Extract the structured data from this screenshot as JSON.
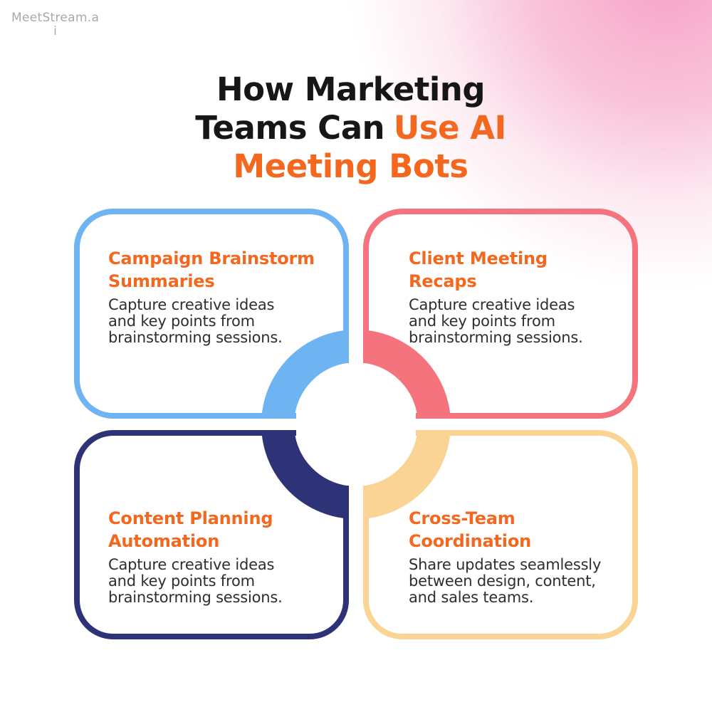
{
  "watermark": {
    "line1": "MeetStream.a",
    "line2": "i"
  },
  "title": {
    "line1": "How Marketing",
    "line2_black": "Teams Can",
    "line2_accent": "Use AI",
    "line3_accent": "Meeting Bots"
  },
  "cards": [
    {
      "id": "campaign-brainstorm-summaries",
      "title_lines": [
        "Campaign Brainstorm",
        "Summaries"
      ],
      "body_lines": [
        "Capture creative ideas",
        "and key points from",
        "brainstorming sessions."
      ],
      "accent_color": "#6fb4f2"
    },
    {
      "id": "client-meeting-recaps",
      "title_lines": [
        "Client Meeting",
        "Recaps"
      ],
      "body_lines": [
        "Capture creative ideas",
        "and key points from",
        "brainstorming sessions."
      ],
      "accent_color": "#f5737d"
    },
    {
      "id": "content-planning-automation",
      "title_lines": [
        "Content Planning",
        "Automation"
      ],
      "body_lines": [
        "Capture creative ideas",
        "and key points from",
        "brainstorming sessions."
      ],
      "accent_color": "#2e3277"
    },
    {
      "id": "cross-team-coordination",
      "title_lines": [
        "Cross-Team",
        "Coordination"
      ],
      "body_lines": [
        "Share updates seamlessly",
        "between design, content,",
        "and sales teams."
      ],
      "accent_color": "#fad494"
    }
  ],
  "colors": {
    "heading_accent": "#f4671e",
    "title_black": "#161616",
    "body_text": "#2e2e2e",
    "watermark_gray": "#a9a9a9",
    "background_pink": "#f8b5cc",
    "ring_blue": "#6fb4f2",
    "ring_salmon": "#f5737d",
    "ring_navy": "#2e3277",
    "ring_yellow": "#fad494",
    "ring_center": "#ffffff"
  }
}
